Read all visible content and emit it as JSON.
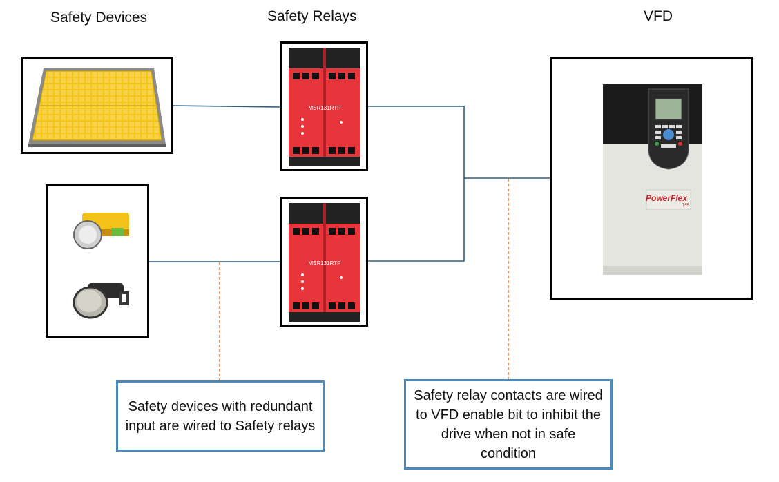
{
  "headings": {
    "safety_devices": "Safety Devices",
    "safety_relays": "Safety Relays",
    "vfd": "VFD"
  },
  "relay_model": "MSR131RTP",
  "vfd_brand": "PowerFlex",
  "vfd_brand_sub": "755",
  "callouts": {
    "devices": "Safety devices with redundant input are wired to Safety relays",
    "relays": "Safety relay contacts are wired to VFD enable bit to inhibit the drive when not in safe condition"
  },
  "colors": {
    "wire": "#2f5f7f",
    "leader": "#e07a3a",
    "callout_border": "#4a8bbf",
    "relay_red": "#e8343b",
    "mat_yellow": "#f5c518"
  }
}
